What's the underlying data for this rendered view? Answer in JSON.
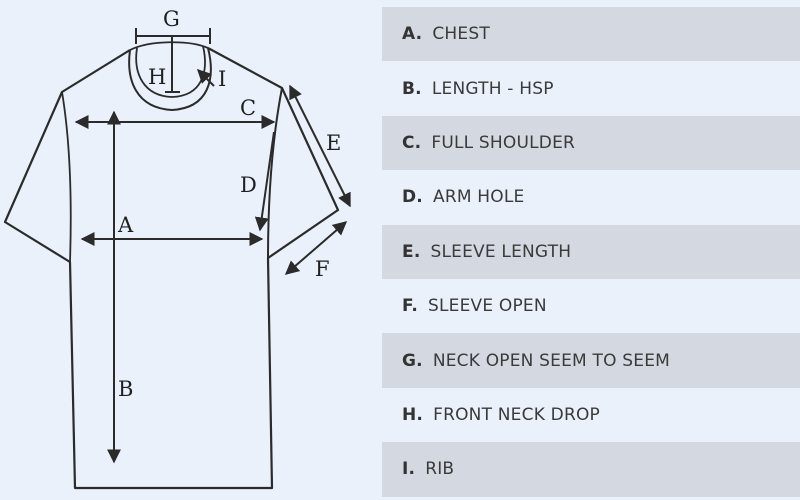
{
  "diagram_labels": {
    "G": "G",
    "H": "H",
    "I": "I",
    "C": "C",
    "E": "E",
    "D": "D",
    "A": "A",
    "F": "F",
    "B": "B"
  },
  "legend": [
    {
      "key": "A.",
      "text": "CHEST"
    },
    {
      "key": "B.",
      "text": "LENGTH - HSP"
    },
    {
      "key": "C.",
      "text": "FULL SHOULDER"
    },
    {
      "key": "D.",
      "text": "ARM HOLE"
    },
    {
      "key": "E.",
      "text": "SLEEVE LENGTH"
    },
    {
      "key": "F.",
      "text": "SLEEVE OPEN"
    },
    {
      "key": "G.",
      "text": "NECK OPEN SEEM TO SEEM"
    },
    {
      "key": "H.",
      "text": "FRONT NECK DROP"
    },
    {
      "key": "I.",
      "text": "RIB"
    }
  ],
  "colors": {
    "background": "#eaf1fb",
    "row_shade": "#d4d9e1",
    "line": "#2b2b2b"
  }
}
